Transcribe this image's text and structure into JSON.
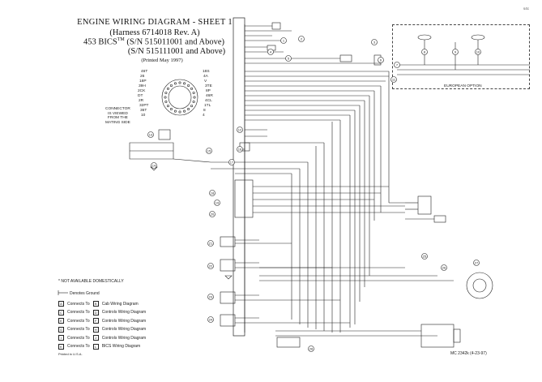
{
  "title": {
    "line1": "ENGINE WIRING DIAGRAM - SHEET 1",
    "line2": "(Harness 6714018 Rev. A)",
    "line3_pre": "453 BICS",
    "line3_tm": "TM",
    "line3_post": " (S/N 515011001 and Above)",
    "line4": "(S/N 515111001 and Above)",
    "printed": "(Printed May 1997)"
  },
  "connector_note": [
    "CONNECTOR",
    "IS VIEWED",
    "FROM THE",
    "MATING SIDE"
  ],
  "european_option": "EUROPEAN OPTION",
  "notes": {
    "not_available": "* NOT AVAILABLE DOMESTICALLY",
    "denotes_ground": "Denotes Ground"
  },
  "legend": [
    {
      "from": "A",
      "to": "B",
      "text": "Cab Wiring Diagram"
    },
    {
      "from": "C",
      "to": "D",
      "text": "Controls Wiring Diagram"
    },
    {
      "from": "E",
      "to": "F",
      "text": "Controls Wiring Diagram"
    },
    {
      "from": "G",
      "to": "H",
      "text": "Controls Wiring Diagram"
    },
    {
      "from": "I",
      "to": "J",
      "text": "Controls Wiring Diagram"
    },
    {
      "from": "K",
      "to": "L",
      "text": "BICS Wiring Diagram"
    }
  ],
  "legend_connects": "Connects To",
  "printed_usa": "Printed in U.S.A.",
  "doc_number": "MC 2342k (4-23-97)",
  "corner_mark": "s4c",
  "connector_pins_left": [
    "46T",
    "26",
    "18P",
    "39H",
    "2CK",
    "DT",
    "2R",
    "32PT",
    "36T",
    "10"
  ],
  "connector_pins_right": [
    "18S",
    "4A",
    "V",
    "3TE",
    "8P",
    "46R",
    "4CL",
    "1TL",
    "8",
    "4"
  ],
  "callouts": [
    "1",
    "2",
    "3",
    "4",
    "5",
    "6",
    "7",
    "8",
    "9",
    "10",
    "11",
    "12",
    "13",
    "14",
    "15",
    "16",
    "17",
    "18",
    "19",
    "20",
    "21",
    "22",
    "23",
    "24",
    "25",
    "26",
    "27",
    "28"
  ]
}
